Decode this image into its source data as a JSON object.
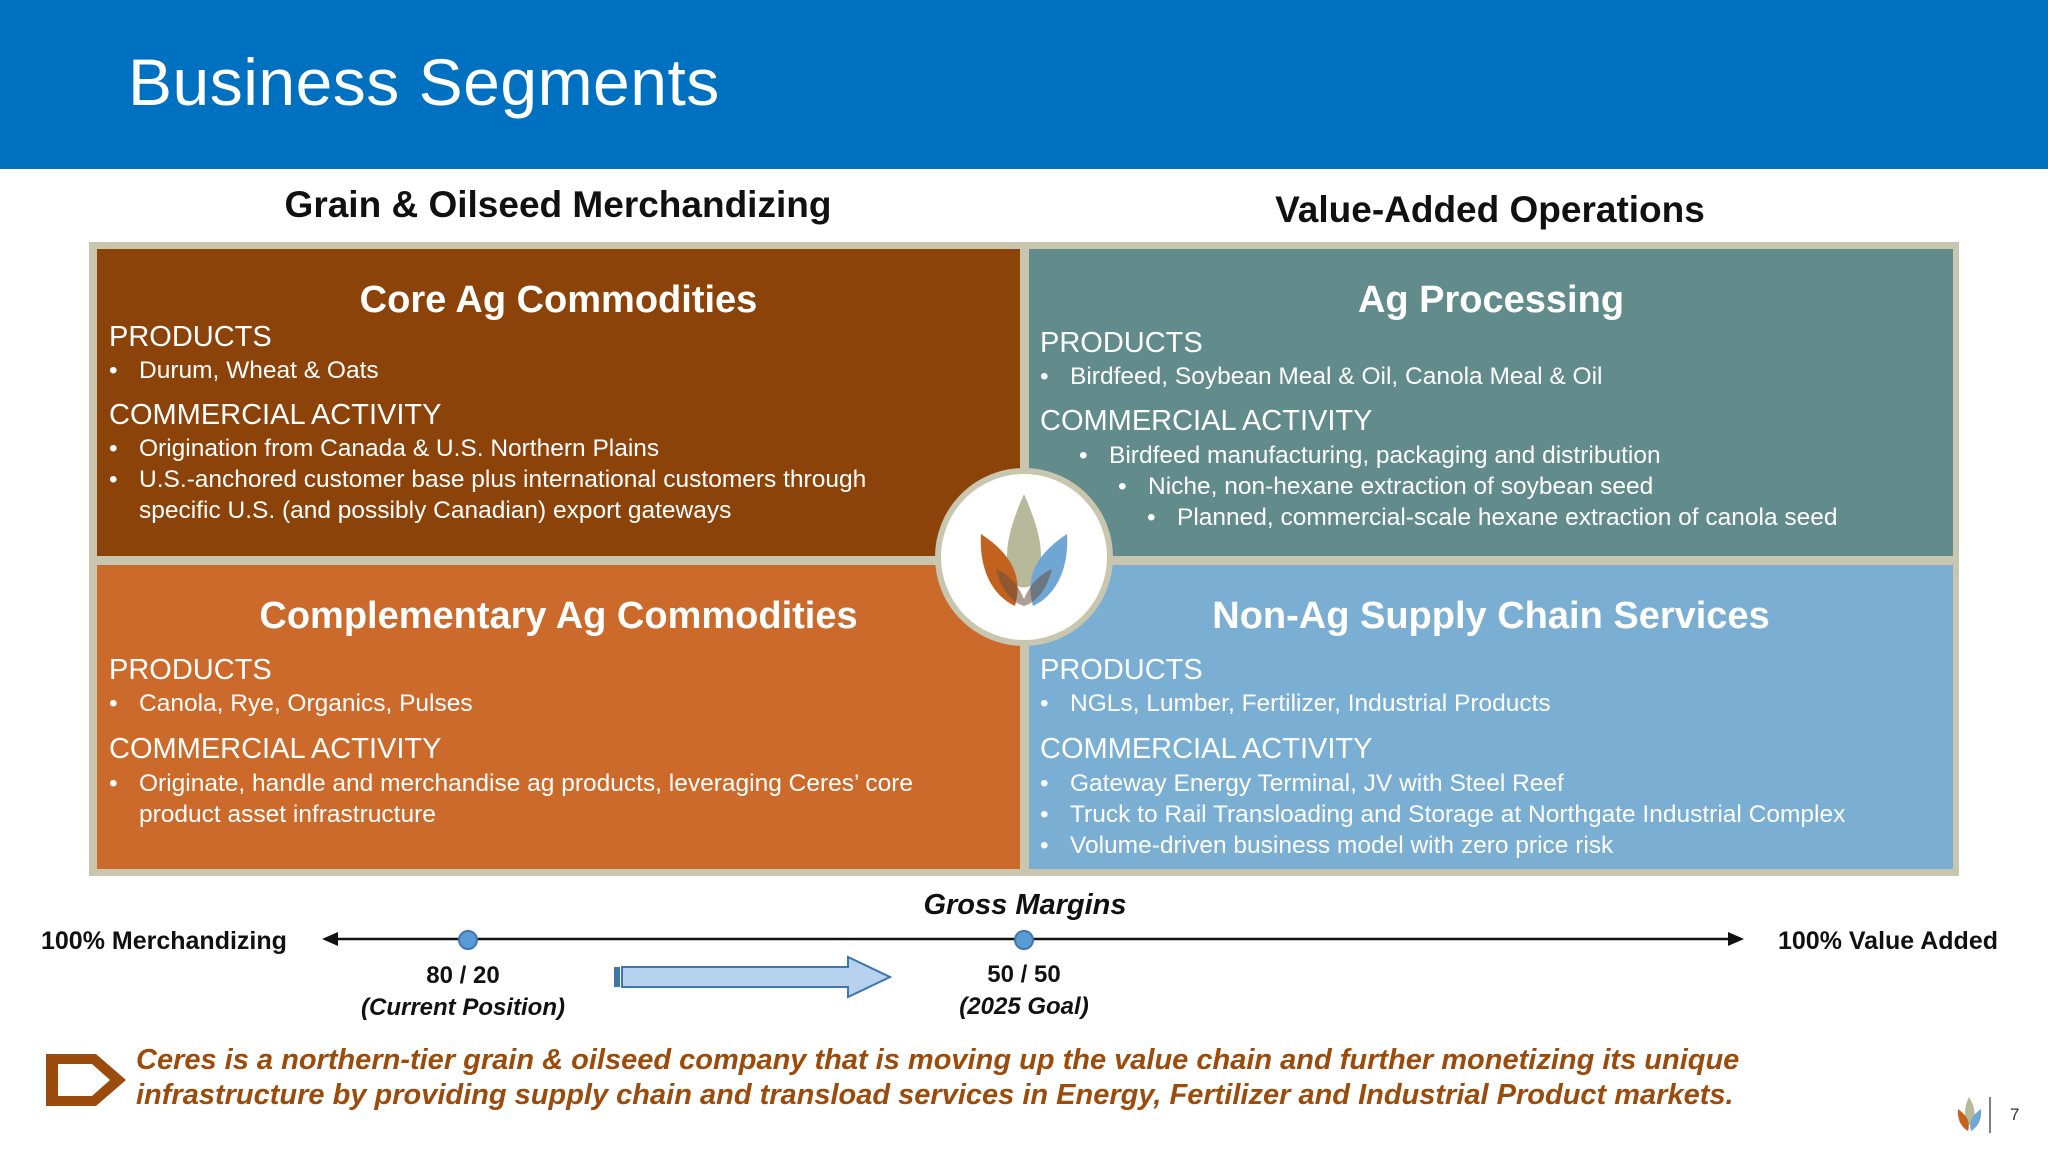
{
  "header": {
    "title": "Business Segments"
  },
  "groups": {
    "left_title": "Grain & Oilseed Merchandizing",
    "right_title": "Value-Added Operations"
  },
  "quadrants": {
    "core": {
      "title": "Core Ag Commodities",
      "products_label": "PRODUCTS",
      "products": [
        "Durum, Wheat & Oats"
      ],
      "activity_label": "COMMERCIAL ACTIVITY",
      "activity": [
        "Origination from Canada & U.S. Northern Plains",
        "U.S.-anchored customer base plus international customers through",
        "specific U.S. (and possibly Canadian) export gateways"
      ],
      "color": "#8b4309"
    },
    "processing": {
      "title": "Ag Processing",
      "products_label": "PRODUCTS",
      "products": [
        "Birdfeed, Soybean Meal & Oil, Canola Meal & Oil"
      ],
      "activity_label": "COMMERCIAL ACTIVITY",
      "activity": [
        "Birdfeed manufacturing, packaging and distribution",
        "Niche, non-hexane extraction of soybean seed",
        "Planned, commercial-scale hexane extraction of canola seed"
      ],
      "color": "#628b8b"
    },
    "complementary": {
      "title": "Complementary Ag Commodities",
      "products_label": "PRODUCTS",
      "products": [
        "Canola, Rye, Organics, Pulses"
      ],
      "activity_label": "COMMERCIAL ACTIVITY",
      "activity": [
        "Originate, handle and merchandise ag products, leveraging Ceres’ core",
        "product asset infrastructure"
      ],
      "color": "#cb6a2a"
    },
    "nonag": {
      "title": "Non-Ag Supply Chain Services",
      "products_label": "PRODUCTS",
      "products": [
        "NGLs, Lumber, Fertilizer, Industrial Products"
      ],
      "activity_label": "COMMERCIAL ACTIVITY",
      "activity": [
        "Gateway Energy Terminal, JV with Steel Reef",
        "Truck to Rail Transloading and Storage at Northgate Industrial Complex",
        "Volume-driven business model with zero price risk"
      ],
      "color": "#7aafd3"
    }
  },
  "margins": {
    "title": "Gross Margins",
    "left_label": "100% Merchandizing",
    "right_label": "100% Value Added",
    "current": {
      "value": "80 / 20",
      "note": "(Current Position)"
    },
    "goal": {
      "value": "50 / 50",
      "note": "(2025 Goal)"
    }
  },
  "footer": {
    "line1": "Ceres is a northern-tier grain & oilseed company that is moving up the value chain and further monetizing its unique",
    "line2": "infrastructure by providing supply chain and transload services in Energy, Fertilizer and Industrial Product markets.",
    "page_number": "7"
  },
  "icons": {
    "logo": "ceres-leaf-logo-icon",
    "footer_arrow": "chevron-arrow-icon",
    "small_logo": "ceres-small-logo-icon"
  }
}
